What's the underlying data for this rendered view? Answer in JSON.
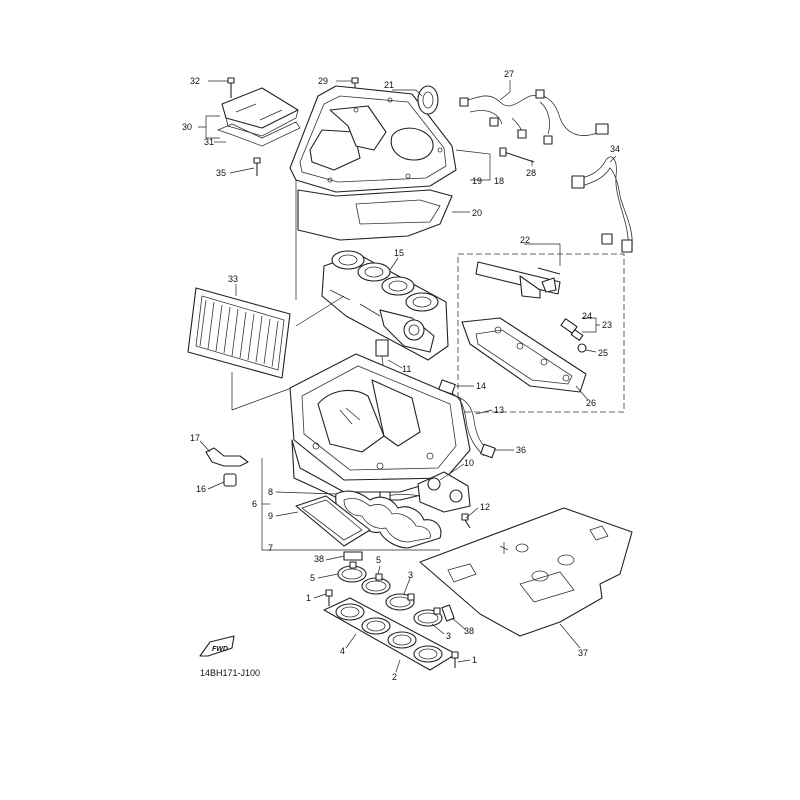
{
  "diagram": {
    "drawing_code": "14BH171-J100",
    "fwd_label": "FWD"
  },
  "callouts": [
    {
      "id": "32",
      "label": "32"
    },
    {
      "id": "29",
      "label": "29"
    },
    {
      "id": "21",
      "label": "21"
    },
    {
      "id": "27",
      "label": "27"
    },
    {
      "id": "30",
      "label": "30"
    },
    {
      "id": "31",
      "label": "31"
    },
    {
      "id": "35",
      "label": "35"
    },
    {
      "id": "19",
      "label": "19"
    },
    {
      "id": "18",
      "label": "18"
    },
    {
      "id": "20",
      "label": "20"
    },
    {
      "id": "28",
      "label": "28"
    },
    {
      "id": "34",
      "label": "34"
    },
    {
      "id": "22",
      "label": "22"
    },
    {
      "id": "15",
      "label": "15"
    },
    {
      "id": "33",
      "label": "33"
    },
    {
      "id": "24",
      "label": "24"
    },
    {
      "id": "23",
      "label": "23"
    },
    {
      "id": "25",
      "label": "25"
    },
    {
      "id": "11",
      "label": "11"
    },
    {
      "id": "14",
      "label": "14"
    },
    {
      "id": "26",
      "label": "26"
    },
    {
      "id": "13",
      "label": "13"
    },
    {
      "id": "17",
      "label": "17"
    },
    {
      "id": "36",
      "label": "36"
    },
    {
      "id": "10",
      "label": "10"
    },
    {
      "id": "16",
      "label": "16"
    },
    {
      "id": "8",
      "label": "8"
    },
    {
      "id": "6",
      "label": "6"
    },
    {
      "id": "12",
      "label": "12"
    },
    {
      "id": "9",
      "label": "9"
    },
    {
      "id": "7",
      "label": "7"
    },
    {
      "id": "38a",
      "label": "38"
    },
    {
      "id": "5a",
      "label": "5"
    },
    {
      "id": "5b",
      "label": "5"
    },
    {
      "id": "3a",
      "label": "3"
    },
    {
      "id": "1a",
      "label": "1"
    },
    {
      "id": "3b",
      "label": "3"
    },
    {
      "id": "38b",
      "label": "38"
    },
    {
      "id": "37",
      "label": "37"
    },
    {
      "id": "4",
      "label": "4"
    },
    {
      "id": "1b",
      "label": "1"
    },
    {
      "id": "2",
      "label": "2"
    }
  ]
}
